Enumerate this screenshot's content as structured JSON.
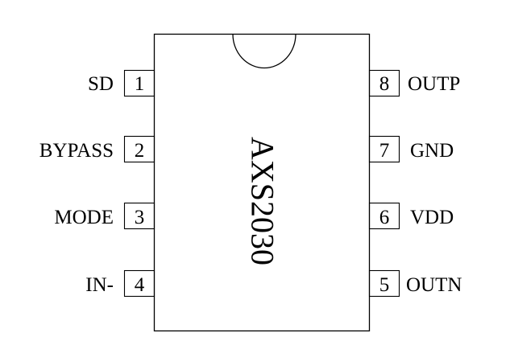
{
  "chip": {
    "name": "AXS2030",
    "outline_color": "#000000"
  },
  "left_pins": [
    {
      "number": "1",
      "label": "SD"
    },
    {
      "number": "2",
      "label": "BYPASS"
    },
    {
      "number": "3",
      "label": "MODE"
    },
    {
      "number": "4",
      "label": "IN-"
    }
  ],
  "right_pins": [
    {
      "number": "8",
      "label": "OUTP"
    },
    {
      "number": "7",
      "label": "GND"
    },
    {
      "number": "6",
      "label": "VDD"
    },
    {
      "number": "5",
      "label": "OUTN"
    }
  ]
}
